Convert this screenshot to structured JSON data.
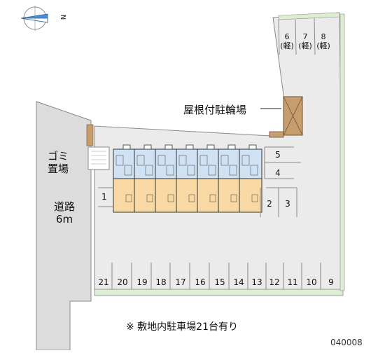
{
  "compass": {
    "north_label": "N",
    "icon": "compass-icon"
  },
  "labels": {
    "bicycle_parking": "屋根付駐輪場",
    "garbage_line1": "ゴミ",
    "garbage_line2": "置場",
    "road_line1": "道路",
    "road_line2": "6m",
    "footer_note": "※ 敷地内駐車場21台有り",
    "code": "040008"
  },
  "kei_spaces": [
    {
      "num": "6",
      "type": "(軽)"
    },
    {
      "num": "7",
      "type": "(軽)"
    },
    {
      "num": "8",
      "type": "(軽)"
    }
  ],
  "right_spaces": [
    "5",
    "4"
  ],
  "mid_spaces": [
    "2",
    "3"
  ],
  "left_space": "1",
  "bottom_row": [
    "21",
    "20",
    "19",
    "18",
    "17",
    "16",
    "15",
    "14",
    "13",
    "12",
    "11",
    "10",
    "9"
  ],
  "colors": {
    "lot_gray": "#ebebeb",
    "road_gray": "#dcdcdc",
    "building_orange": "#f8d9a3",
    "building_blue": "#cfe2f3",
    "hedge_green": "#dbeed2",
    "bike_brown": "#c69d6c"
  }
}
